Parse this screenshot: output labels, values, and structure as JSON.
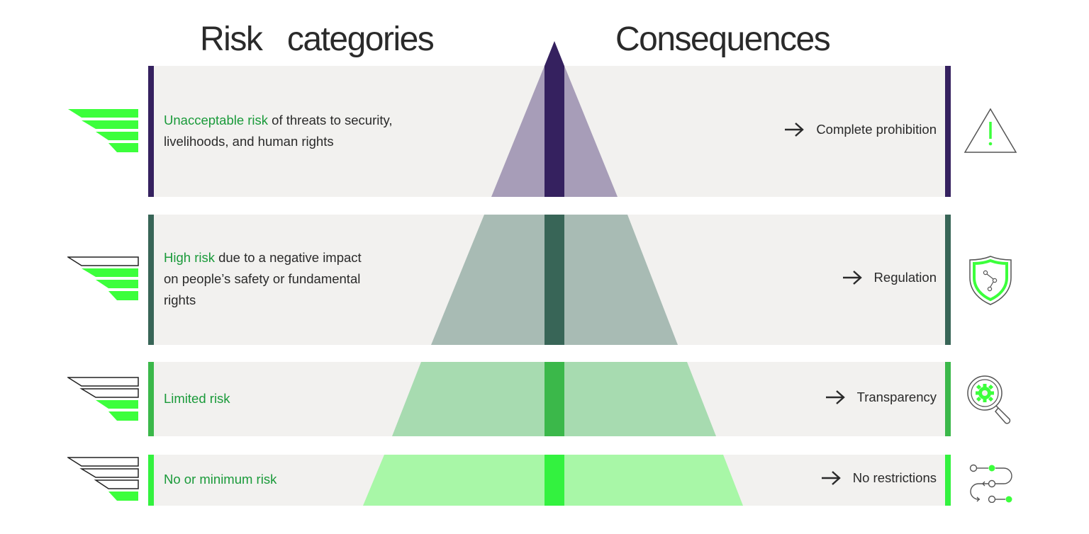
{
  "headers": {
    "left": "Risk   categories",
    "right": "Consequences"
  },
  "colors": {
    "unacceptable": "#35215f",
    "high": "#386557",
    "limited": "#3bb84a",
    "minimal": "#33f23f",
    "highlight_text": "#1a9a3a",
    "band_bg": "#f2f1ef",
    "icon_green": "#3cff3c"
  },
  "rows": [
    {
      "level": "unacceptable",
      "highlight": "Unacceptable risk",
      "line1_rest": " of threats to security,",
      "line2": "livelihoods, and human rights",
      "line3": "",
      "consequence": "Complete prohibition",
      "icon": "warning-triangle-icon",
      "filled_steps": 4
    },
    {
      "level": "high",
      "highlight": "High risk",
      "line1_rest": " due to a negative impact",
      "line2": "on people’s safety or fundamental",
      "line3": "rights",
      "consequence": "Regulation",
      "icon": "shield-icon",
      "filled_steps": 3
    },
    {
      "level": "limited",
      "highlight": "Limited risk",
      "line1_rest": "",
      "line2": "",
      "line3": "",
      "consequence": "Transparency",
      "icon": "magnifier-gear-icon",
      "filled_steps": 2
    },
    {
      "level": "minimal",
      "highlight": "No or minimum risk",
      "line1_rest": "",
      "line2": "",
      "line3": "",
      "consequence": "No restrictions",
      "icon": "workflow-icon",
      "filled_steps": 1
    }
  ]
}
